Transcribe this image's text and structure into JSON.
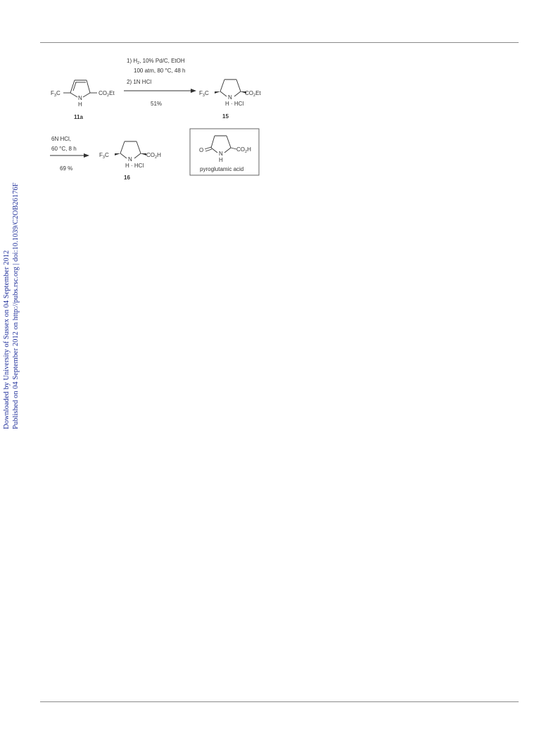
{
  "side_notice": {
    "line1": "Downloaded by University of Sussex on 04 September 2012",
    "line2": "Published on 04 September 2012 on http://pubs.rsc.org | doi:10.1039/C2OB26176F"
  },
  "scheme": {
    "reaction1": {
      "cond1_prefix": "1) H",
      "cond1_sub": "2",
      "cond1_suffix": ", 10% Pd/C, EtOH",
      "cond2": "100 atm, 80 °C, 48 h",
      "cond3": "2) 1N HCl",
      "yield": "51%"
    },
    "reaction2": {
      "cond1": "6N HCl,",
      "cond2": "60 °C, 8 h",
      "yield": "69 %"
    },
    "compound_11a": {
      "label": "11a",
      "left_group": "F",
      "left_group_sub": "3",
      "left_group_tail": "C",
      "nh": "N",
      "h": "H",
      "right_group": "CO",
      "right_group_sub": "2",
      "right_group_tail": "Et"
    },
    "compound_15": {
      "label": "15",
      "left_group": "F",
      "left_group_sub": "3",
      "left_group_tail": "C",
      "n": "N",
      "h_salt": "H · HCl",
      "right_group": "CO",
      "right_group_sub": "2",
      "right_group_tail": "Et"
    },
    "compound_16": {
      "label": "16",
      "left_group": "F",
      "left_group_sub": "3",
      "left_group_tail": "C",
      "n": "N",
      "h_salt": "H  · HCl",
      "right_group": "CO",
      "right_group_sub": "2",
      "right_group_tail": "H"
    },
    "pyroglutamic": {
      "o": "O",
      "n": "N",
      "h": "H",
      "right_group": "CO",
      "right_group_sub": "2",
      "right_group_tail": "H",
      "caption": "pyroglutamic acid"
    }
  }
}
